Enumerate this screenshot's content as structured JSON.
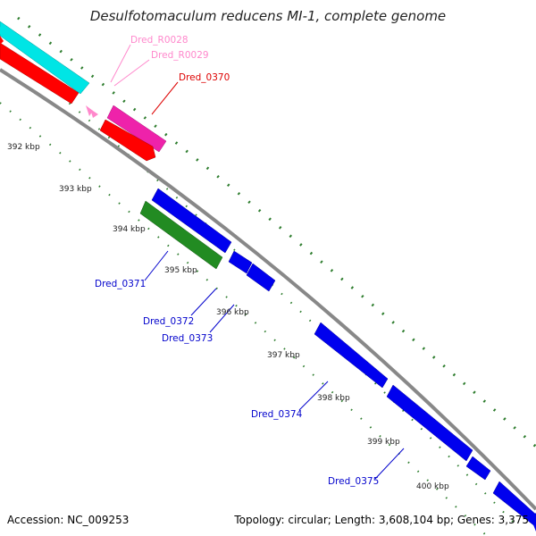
{
  "title": "Desulfotomaculum reducens MI-1, complete genome",
  "footer": {
    "accession": "Accession: NC_009253",
    "topology": "Topology: circular; Length: 3,608,104 bp; Genes: 3,375"
  },
  "ticks": [
    "392 kbp",
    "393 kbp",
    "394 kbp",
    "395 kbp",
    "396 kbp",
    "397 kbp",
    "398 kbp",
    "399 kbp",
    "400 kbp"
  ],
  "gene_labels": {
    "r0028": "Dred_R0028",
    "r0029": "Dred_R0029",
    "g0370": "Dred_0370",
    "g0371": "Dred_0371",
    "g0372": "Dred_0372",
    "g0373": "Dred_0373",
    "g0374": "Dred_0374",
    "g0375": "Dred_0375"
  },
  "colors": {
    "cds_forward": "#0000ee",
    "cds_reverse": "#ff0000",
    "rrna": "#00e5e5",
    "trna": "#ff88cc",
    "pseudo": "#ee22aa",
    "other": "#228b22",
    "backbone": "#888888",
    "tick_marks": "#2e7d2e",
    "label_blue": "#0000cc",
    "label_red": "#dd0000",
    "label_pink": "#ff88cc"
  }
}
